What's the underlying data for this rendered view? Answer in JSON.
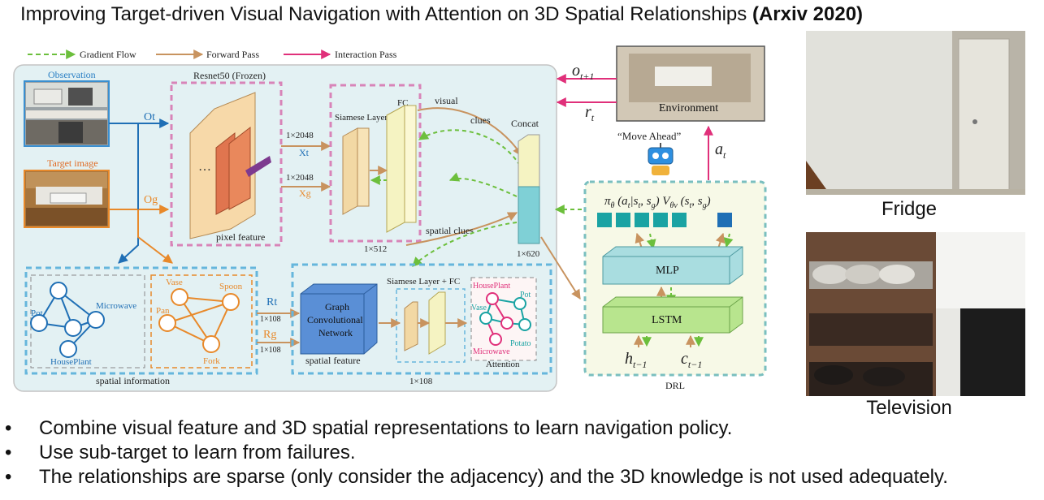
{
  "slide": {
    "title": "Improving Target-driven Visual Navigation with Attention on 3D Spatial Relationships ",
    "venue": "(Arxiv 2020)"
  },
  "legend": {
    "gradient": "Gradient Flow",
    "forward": "Forward Pass",
    "interaction": "Interaction Pass"
  },
  "diagram": {
    "observation": "Observation",
    "target_image": "Target image",
    "ot": "Ot",
    "og": "Og",
    "resnet": "Resnet50 (Frozen)",
    "pixel_feature": "pixel feature",
    "xt_dim": "1×2048",
    "xt": "Xt",
    "xg_dim": "1×2048",
    "xg": "Xg",
    "siamese": "Siamese Layer",
    "fc": "FC",
    "fc_dim": "1×512",
    "visual": "visual",
    "clues": "clues",
    "spatial_clues": "spatial  clues",
    "concat": "Concat",
    "concat_dim": "1×620",
    "environment": "Environment",
    "move_ahead": "“Move Ahead”",
    "policy": "π",
    "drl": "DRL",
    "mlp": "MLP",
    "lstm": "LSTM",
    "spatial_information": "spatial information",
    "graph_nodes_a": [
      "Microwave",
      "Pot",
      "HousePlant"
    ],
    "graph_nodes_b": [
      "Vase",
      "Spoon",
      "Pan",
      "Fork"
    ],
    "rt": "Rt",
    "rt_dim": "1×108",
    "rg": "Rg",
    "rg_dim": "1×108",
    "gcn_line1": "Graph",
    "gcn_line2": "Convolutional",
    "gcn_line3": "Network",
    "spatial_feature": "spatial feature",
    "siamese_fc": "Siamese Layer + FC",
    "bottom_dim": "1×108",
    "attention": "Attention",
    "attention_nodes": [
      "HousePlant",
      "Pot",
      "Vase",
      "Potato",
      "Microwave"
    ]
  },
  "photos": {
    "top_caption": "Fridge",
    "bottom_caption": "Television"
  },
  "bullets": [
    "Combine visual feature and 3D spatial representations to learn navigation policy.",
    "Use sub-target to learn from failures.",
    "The relationships are sparse (only consider the adjacency) and the 3D knowledge is not used adequately."
  ],
  "colors": {
    "forward": "#c8935f",
    "gradient": "#6cbf3c",
    "interaction": "#e0307a",
    "panel": "#e3f1f3",
    "pink_box": "#d884b8",
    "blue_box": "#66b6dc",
    "concat_top": "#f5f3c2",
    "concat_bottom": "#7fd0d6",
    "drl_panel": "#f7f9e7",
    "mlp": "#a9dde0",
    "lstm": "#b8e58e"
  }
}
